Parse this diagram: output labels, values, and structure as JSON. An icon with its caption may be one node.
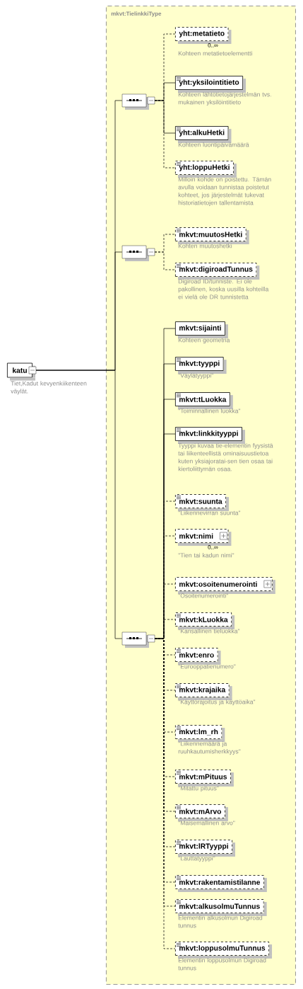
{
  "diagram": {
    "nodes": [
      {
        "text": [
          "katu"
        ],
        "beside": [
          "Tiet,Kadut kevyenkiikenteen väylät."
        ]
      },
      {
        "text": [
          "mkvt:TielinkkiType"
        ]
      },
      {
        "text": [],
        "shape": "octagon",
        "in": 1
      },
      {
        "text": [
          "yht:metatieto"
        ],
        "in": 1,
        "beside": [
          "0..∞",
          "Kohteen metatietoelementti"
        ]
      },
      {
        "text": [
          "yht:yksilointitieto"
        ],
        "in": 1,
        "beside": [
          "Kohteen lähtötietojärjestelmän tvs. mukainen yksilöintitieto"
        ]
      },
      {
        "text": [
          "yht:alkuHetki"
        ],
        "in": 1,
        "beside": [
          "Kohteen luontipäivämäärä"
        ]
      },
      {
        "text": [
          "yht:loppuHetki"
        ],
        "in": 1,
        "beside": [
          "Milloin kohde on poistettu. Tämän avulla voidaan tunnistaa poistetut kohteet, jos järjestelmät tukevat historiatietojen tallentamista"
        ]
      },
      {
        "text": [],
        "shape": "octagon",
        "in": 1
      },
      {
        "text": [
          "mkvt:muutosHetki"
        ],
        "in": 1,
        "beside": [
          "Kohten muutoshetki"
        ]
      },
      {
        "text": [
          "mkvt:digiroadTunnus"
        ],
        "in": 1,
        "beside": [
          "Digiroad ID/tunniste. Ei ole pakollinen, koska uusilla kohteilla ei vielä ole DR tunnistetta"
        ]
      },
      {
        "text": [],
        "shape": "octagon",
        "in": 1
      },
      {
        "text": [
          "mkvt:sijainti"
        ],
        "in": 1,
        "beside": [
          "Kohteen geometria"
        ]
      },
      {
        "text": [
          "mkvt:tyyppi"
        ],
        "in": 1,
        "beside": [
          "\"Väylätyyppi\""
        ]
      },
      {
        "text": [
          "mkvt:tLuokka"
        ],
        "in": 1,
        "beside": [
          "\"Toiminnallinen luokka\""
        ]
      },
      {
        "text": [
          "mkvt:linkkityyppi"
        ],
        "in": 1,
        "beside": [
          "Tyyppi kuvaa tie-elementin fyysistä tai liikenteellistä ominaisuustietoa kuten yksiajoratai-sen tien osaa tai kiertoliittymän osaa."
        ]
      },
      {
        "text": [
          "mkvt:suunta"
        ],
        "in": 1,
        "beside": [
          "\"Liikennevirran suunta\""
        ]
      },
      {
        "text": [
          "mkvt:nimi"
        ],
        "in": 1,
        "beside": [
          "0..∞",
          "\"Tien tai kadun nimi\""
        ]
      },
      {
        "text": [
          "mkvt:osoitenumerointi"
        ],
        "in": 1,
        "beside": [
          "\"Osoitenumerointi\""
        ]
      },
      {
        "text": [
          "mkvt:kLuokka"
        ],
        "in": 1,
        "beside": [
          "\"Kansallinen tieluokka\""
        ]
      },
      {
        "text": [
          "mkvt:enro"
        ],
        "in": 1,
        "beside": [
          "\"Eurooppatienumero\""
        ]
      },
      {
        "text": [
          "mkvt:krajaika"
        ],
        "in": 1,
        "beside": [
          "\"Käyttörajoitus ja käyttöaika\""
        ]
      },
      {
        "text": [
          "mkvt:lm_rh"
        ],
        "in": 1,
        "beside": [
          "\"Liikennemäärä ja ruuhkautumisherkkyys\""
        ]
      },
      {
        "text": [
          "mkvt:mPituus"
        ],
        "in": 1,
        "beside": [
          "\"Mitattu pituus\""
        ]
      },
      {
        "text": [
          "mkvt:mArvo"
        ],
        "in": 1,
        "beside": [
          "\"Maisemallinen arvo\""
        ]
      },
      {
        "text": [
          "mkvt:lRTyyppi"
        ],
        "in": 1,
        "beside": [
          "\"Lauttatyyppi\""
        ]
      },
      {
        "text": [
          "mkvt:rakentamistilanne"
        ],
        "in": 1
      },
      {
        "text": [
          "mkvt:alkusolmuTunnus"
        ],
        "in": 1,
        "beside": [
          "Elementin alkusolmun Digiroad tunnus"
        ]
      },
      {
        "text": [
          "mkvt:loppusolmuTunnus"
        ],
        "in": 1,
        "beside": [
          "Elementin loppusolmun Digiroad tunnus"
        ]
      }
    ],
    "edges": [
      {
        "from": 0,
        "to": 2,
        "arrow": "none"
      },
      {
        "from": 0,
        "to": 7,
        "arrow": "none"
      },
      {
        "from": 0,
        "to": 10,
        "arrow": "none"
      },
      {
        "from": 2,
        "to": 3,
        "arrow": "none",
        "style": "dashed"
      },
      {
        "from": 2,
        "to": 4,
        "arrow": "none"
      },
      {
        "from": 2,
        "to": 5,
        "arrow": "none"
      },
      {
        "from": 2,
        "to": 6,
        "arrow": "none",
        "style": "dashed"
      },
      {
        "from": 7,
        "to": 8,
        "arrow": "none",
        "style": "dashed"
      },
      {
        "from": 7,
        "to": 9,
        "arrow": "none",
        "style": "dashed"
      },
      {
        "from": 10,
        "to": 11,
        "arrow": "none"
      },
      {
        "from": 10,
        "to": 12,
        "arrow": "none"
      },
      {
        "from": 10,
        "to": 13,
        "arrow": "none"
      },
      {
        "from": 10,
        "to": 14,
        "arrow": "none"
      },
      {
        "from": 10,
        "to": 15,
        "arrow": "none",
        "style": "dashed"
      },
      {
        "from": 10,
        "to": 16,
        "arrow": "none",
        "style": "dashed"
      },
      {
        "from": 10,
        "to": 17,
        "arrow": "none",
        "style": "dashed"
      },
      {
        "from": 10,
        "to": 18,
        "arrow": "none",
        "style": "dashed"
      },
      {
        "from": 10,
        "to": 19,
        "arrow": "none",
        "style": "dashed"
      },
      {
        "from": 10,
        "to": 20,
        "arrow": "none",
        "style": "dashed"
      },
      {
        "from": 10,
        "to": 21,
        "arrow": "none",
        "style": "dashed"
      },
      {
        "from": 10,
        "to": 22,
        "arrow": "none",
        "style": "dashed"
      },
      {
        "from": 10,
        "to": 23,
        "arrow": "none",
        "style": "dashed"
      },
      {
        "from": 10,
        "to": 24,
        "arrow": "none",
        "style": "dashed"
      },
      {
        "from": 10,
        "to": 25,
        "arrow": "none",
        "style": "dashed"
      },
      {
        "from": 10,
        "to": 26,
        "arrow": "none",
        "style": "dashed"
      },
      {
        "from": 10,
        "to": 27,
        "arrow": "none",
        "style": "dashed"
      }
    ]
  }
}
